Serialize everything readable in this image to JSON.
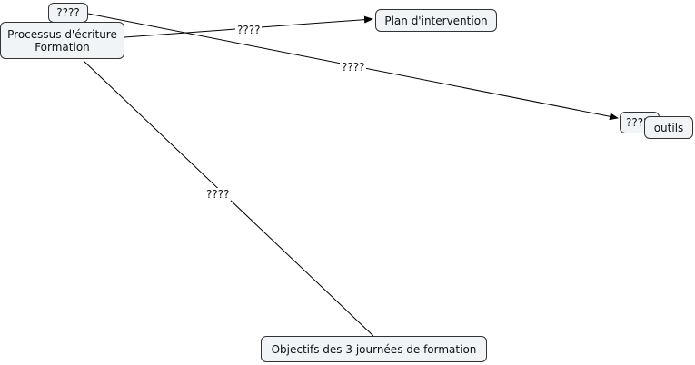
{
  "colors": {
    "node_fill": "#f0f4f7",
    "node_border": "#333333",
    "line": "#000000",
    "background": "#ffffff"
  },
  "nodes": {
    "small_top": "????",
    "processus_line1": "Processus d'écriture",
    "processus_line2": "Formation",
    "plan": "Plan d'intervention",
    "small_right": "????",
    "outils": "outils",
    "objectifs": "Objectifs des 3 journées de formation"
  },
  "links": {
    "to_plan": "????",
    "to_outils": "????",
    "to_objectifs": "????"
  }
}
